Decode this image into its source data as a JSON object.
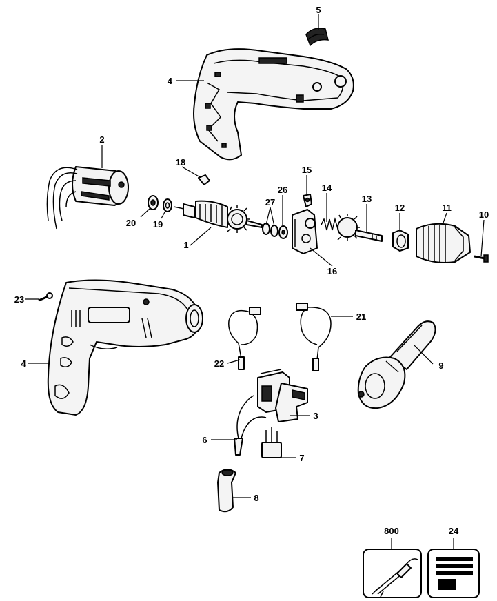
{
  "callouts": [
    {
      "id": "5",
      "text": "5"
    },
    {
      "id": "4a",
      "text": "4"
    },
    {
      "id": "2",
      "text": "2"
    },
    {
      "id": "18",
      "text": "18"
    },
    {
      "id": "15",
      "text": "15"
    },
    {
      "id": "14",
      "text": "14"
    },
    {
      "id": "26",
      "text": "26"
    },
    {
      "id": "27",
      "text": "27"
    },
    {
      "id": "13",
      "text": "13"
    },
    {
      "id": "12",
      "text": "12"
    },
    {
      "id": "11",
      "text": "11"
    },
    {
      "id": "10",
      "text": "10"
    },
    {
      "id": "20",
      "text": "20"
    },
    {
      "id": "19",
      "text": "19"
    },
    {
      "id": "1",
      "text": "1"
    },
    {
      "id": "16",
      "text": "16"
    },
    {
      "id": "23",
      "text": "23"
    },
    {
      "id": "4b",
      "text": "4"
    },
    {
      "id": "21",
      "text": "21"
    },
    {
      "id": "22",
      "text": "22"
    },
    {
      "id": "9",
      "text": "9"
    },
    {
      "id": "3",
      "text": "3"
    },
    {
      "id": "6",
      "text": "6"
    },
    {
      "id": "7",
      "text": "7"
    },
    {
      "id": "8",
      "text": "8"
    },
    {
      "id": "800",
      "text": "800"
    },
    {
      "id": "24",
      "text": "24"
    }
  ]
}
